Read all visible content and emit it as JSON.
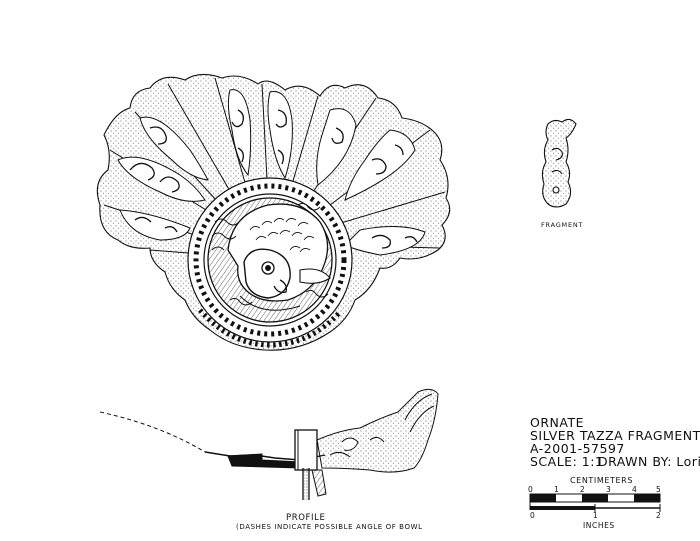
{
  "labels": {
    "fragment": "FRAGMENT",
    "profile": "PROFILE",
    "profile_note": "(DASHES INDICATE POSSIBLE ANGLE OF BOWL"
  },
  "title_block": {
    "line1": "ORNATE",
    "line2": "SILVER TAZZA FRAGMENT",
    "line3": "A-2001-57597",
    "scale": "SCALE: 1:1",
    "drawn_by": "DRAWN BY: Loria"
  },
  "scale_bar": {
    "centimeters_label": "CENTIMETERS",
    "cm_ticks": [
      "0",
      "1",
      "2",
      "3",
      "4",
      "5"
    ],
    "inches_label": "INCHES",
    "in_ticks": [
      "0",
      "1",
      "2"
    ]
  },
  "colors": {
    "ink": "#111111",
    "paper": "#ffffff"
  }
}
